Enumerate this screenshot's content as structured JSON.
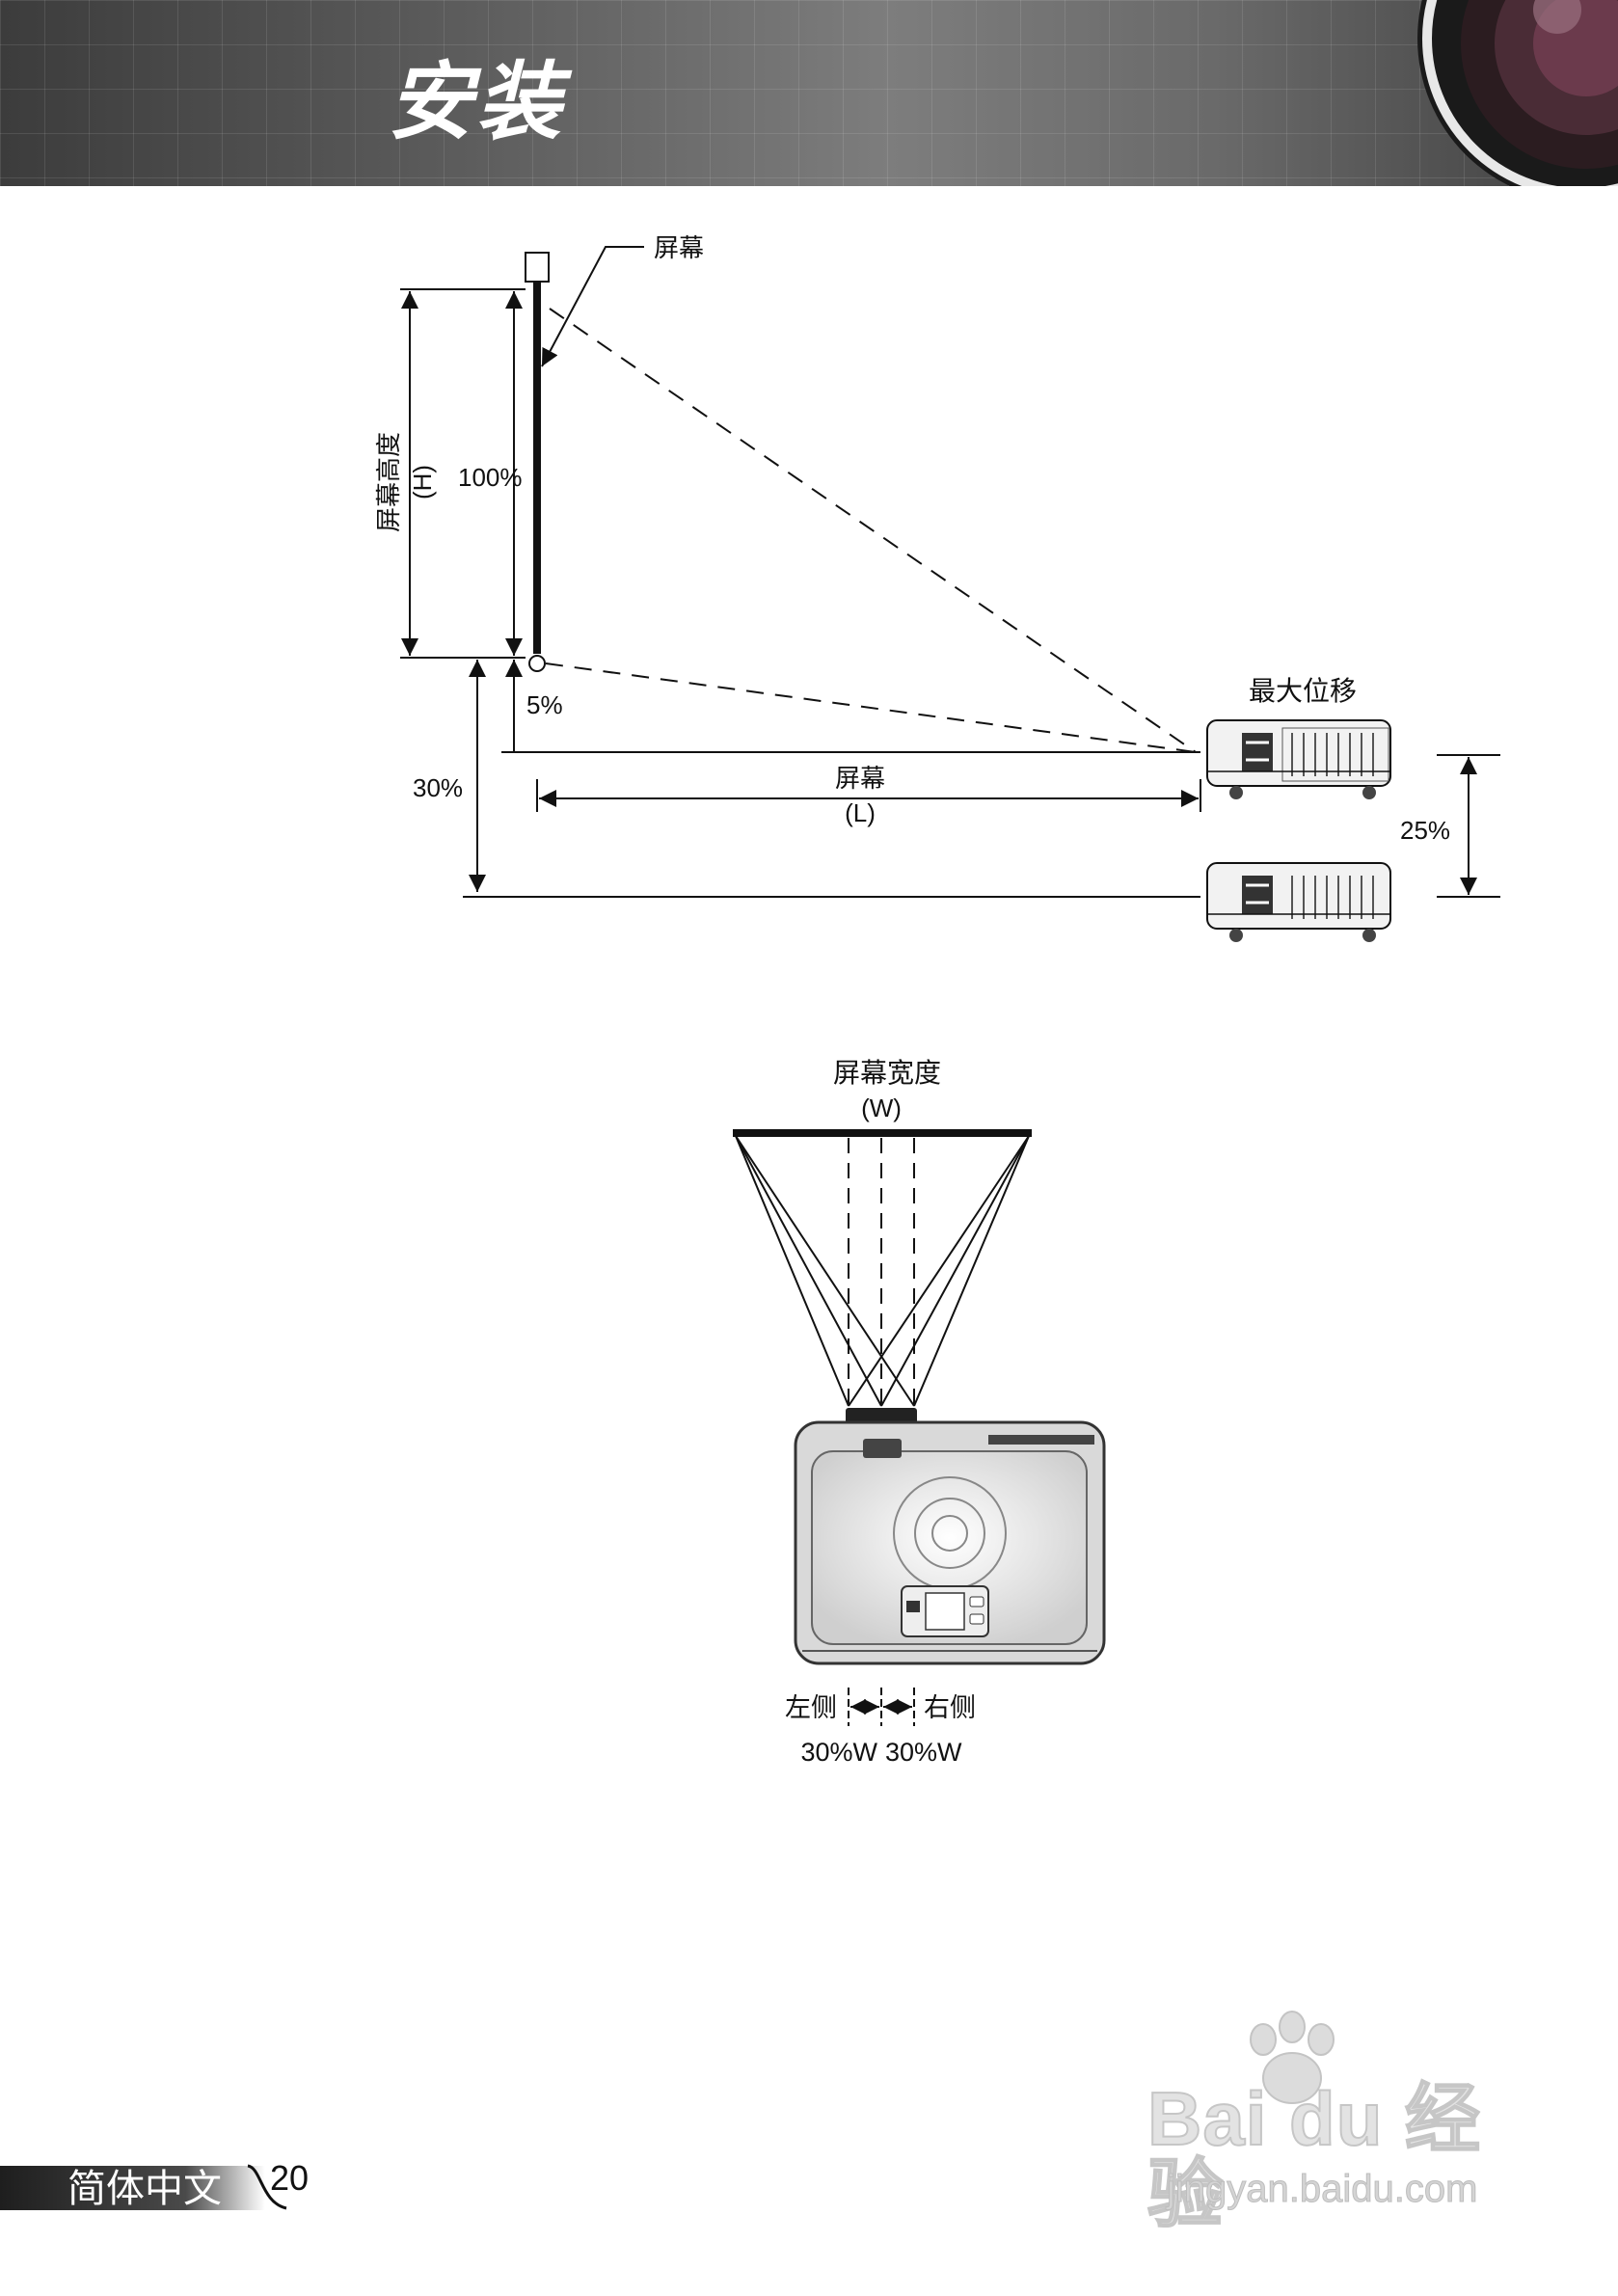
{
  "header": {
    "title": "安装"
  },
  "diagram_side": {
    "screen_label": "屏幕",
    "height_label": "屏幕高度",
    "height_symbol": "(H)",
    "pct_100": "100%",
    "pct_5": "5%",
    "pct_30": "30%",
    "max_shift_label": "最大位移",
    "distance_label": "屏幕",
    "distance_symbol": "(L)",
    "pct_25": "25%"
  },
  "diagram_top": {
    "width_label": "屏幕宽度",
    "width_symbol": "(W)",
    "left_label": "左侧",
    "right_label": "右侧",
    "left_value": "30%W",
    "right_value": "30%W"
  },
  "footer": {
    "language": "简体中文",
    "page_number": "20"
  },
  "watermark": {
    "brand": "Bai du 经验",
    "url": "jingyan.baidu.com"
  }
}
